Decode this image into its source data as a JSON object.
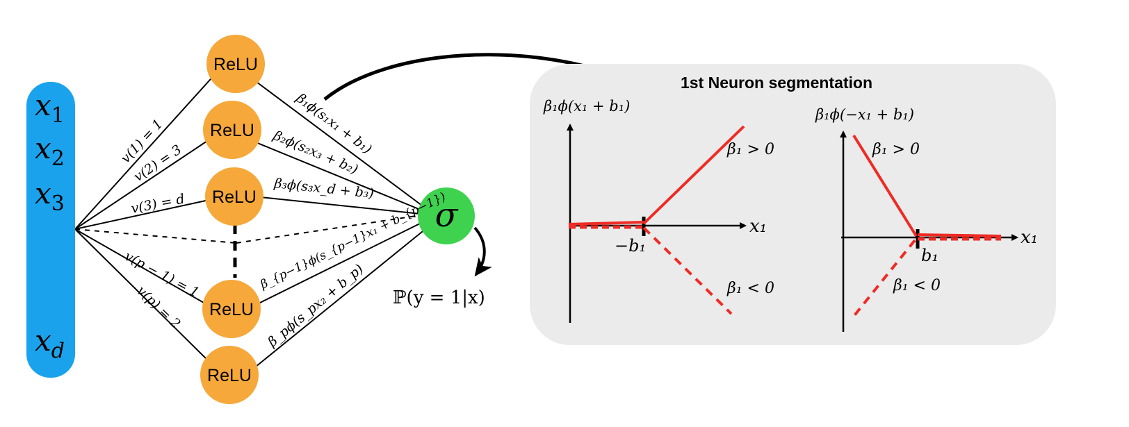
{
  "colors": {
    "input_bar": "#1aa3ec",
    "relu_node": "#f6a83a",
    "sigma_node": "#3fd24f",
    "panel_bg": "#ebebeb",
    "red_line": "#ee2b24",
    "ink": "#000000"
  },
  "inputs": {
    "x1": {
      "base": "x",
      "sub": "1"
    },
    "x2": {
      "base": "x",
      "sub": "2"
    },
    "x3": {
      "base": "x",
      "sub": "3"
    },
    "xd": {
      "base": "x",
      "sub": "d"
    }
  },
  "relu_label": "ReLU",
  "edges_in": {
    "e1": "v(1) = 1",
    "e2": "v(2) = 3",
    "e3": "v(3) = d",
    "e4": "v(p − 1) = 1",
    "e5": "v(p) = 2"
  },
  "edges_out": {
    "o1": "β₁ϕ(s₁x₁ + b₁)",
    "o2": "β₂ϕ(s₂x₃ + b₂)",
    "o3": "β₃ϕ(s₃x_d + b₃)",
    "o4": "β_{p−1}ϕ(s_{p−1}x₁ + b_{p−1})",
    "o5": "β_pϕ(s_px₂ + b_p)"
  },
  "sigma_label": "σ",
  "output_label": "ℙ(y = 1|x)",
  "panel": {
    "title": "1st Neuron segmentation",
    "left": {
      "ylabel": "β₁ϕ(x₁ + b₁)",
      "xlabel": "x₁",
      "tick": "−b₁",
      "pos_label": "β₁ > 0",
      "neg_label": "β₁ < 0"
    },
    "right": {
      "ylabel": "β₁ϕ(−x₁ + b₁)",
      "xlabel": "x₁",
      "tick": "b₁",
      "pos_label": "β₁ > 0",
      "neg_label": "β₁ < 0"
    }
  }
}
